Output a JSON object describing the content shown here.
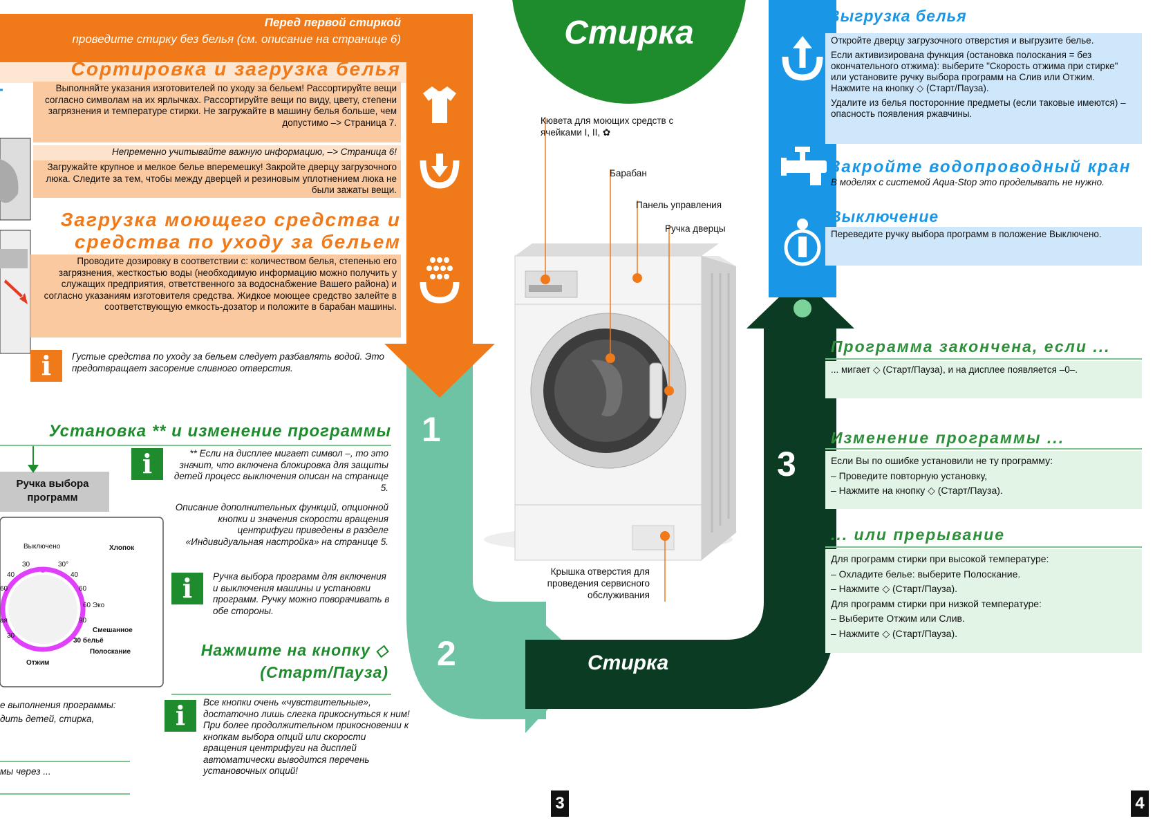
{
  "header": {
    "title": "Стирка",
    "first_wash_title": "Перед первой стиркой",
    "first_wash_text": "проведите стирку без белья (см. описание на странице 6)"
  },
  "sort": {
    "title": "Сортировка и загрузка белья",
    "text1": "Выполняйте указания изготовителей по уходу за бельем! Рассортируйте вещи согласно символам на их ярлычках. Рассортируйте вещи по виду, цвету, степени загрязнения и температуре стирки. Не загружайте в машину белья больше, чем допустимо –> Страница 7.",
    "note": "Непременно учитывайте важную информацию, –> Страница 6!",
    "text2": "Загружайте крупное и мелкое белье вперемешку! Закройте дверцу загрузочного люка. Следите за тем, чтобы между дверцей и резиновым уплотнением люка не были зажаты вещи."
  },
  "detergent": {
    "title": "Загрузка моющего средства и средства по уходу за бельем",
    "text": "Проводите дозировку в соответствии с: количеством белья, степенью его загрязнения, жесткостью воды (необходимую информацию можно получить у служащих предприятия, ответственного за водоснабжение Вашего района) и согласно указаниям изготовителя средства. Жидкое моющее средство залейте в соответствующую емкость-дозатор и положите в барабан машины.",
    "info": "Густые средства по уходу за бельем следует разбавлять водой. Это предотвращает засорение сливного отверстия."
  },
  "program": {
    "title": "Установка ** и изменение программы",
    "knob_label": "Ручка выбора программ",
    "info1": "** Если на дисплее мигает символ –, то это значит, что включена блокировка для защиты детей процесс выключения описан на странице 5.",
    "info1b": "Описание дополнительных функций, опционной кнопки и значения скорости вращения центрифуги приведены в разделе «Индивидуальная настройка» на странице 5.",
    "info2": "Ручка выбора программ для включения и выключения машины и установки программ. Ручку можно поворачивать в обе стороны.",
    "press_title": "Нажмите на кнопку ◇ (Старт/Пауза)",
    "info3": "Все кнопки очень «чувствительные», достаточно лишь слегка прикоснуться к ним! При более продолжительном прикосновении к кнопкам выбора опций или скорости вращения центрифуги на дисплей автоматически выводится перечень установочных опций!",
    "cut1": "е выполнения программы:",
    "cut2": "дить детей, стирка,",
    "cut3": "мы через ..."
  },
  "dial": {
    "off": "Выключено",
    "cotton": "Хлопок",
    "eco": "60 Эко",
    "mixed": "Смешанное",
    "fine": "30 бельё",
    "rinse": "Полоскание",
    "spin": "Отжим",
    "temps": [
      "30",
      "30°",
      "40",
      "40",
      "60",
      "60",
      "90",
      "30"
    ],
    "cut_left": "ая"
  },
  "machine": {
    "dispenser": "Кювета для моющих средств с ячейками I, II, ✿",
    "drum": "Барабан",
    "panel": "Панель управления",
    "door_handle": "Ручка дверцы",
    "service": "Крышка отверстия для проведения сервисного обслуживания"
  },
  "steps": {
    "one": "1",
    "two": "2",
    "three": "3",
    "wash_label": "Стирка"
  },
  "right": {
    "unload_title": "Выгрузка белья",
    "unload_p1": "Откройте дверцу загрузочного отверстия и выгрузите белье.",
    "unload_p2": "Если активизирована функция (остановка полоскания = без окончательного отжима): выберите \"Скорость отжима при стирке\" или установите ручку выбора программ на Слив или Отжим. Нажмите на кнопку ◇ (Старт/Пауза).",
    "unload_p3": "Удалите из белья посторонние предметы (если таковые имеются) – опасность появления ржавчины.",
    "tap_title": "Закройте водопроводный кран",
    "tap_text": "В моделях с системой Aqua-Stop это проделывать не нужно.",
    "off_title": "Выключение",
    "off_text": "Переведите ручку выбора программ в положение Выключено.",
    "done_title": "Программа закончена, если ...",
    "done_text": "... мигает ◇ (Старт/Пауза), и на дисплее появляется –0–.",
    "change_title": "Изменение программы ...",
    "change_l1": "Если Вы по ошибке установили не ту программу:",
    "change_l2": "– Проведите повторную установку,",
    "change_l3": "– Нажмите на кнопку ◇ (Старт/Пауза).",
    "abort_title": "... или прерывание",
    "abort_l1": "Для программ стирки при высокой температуре:",
    "abort_l2": "– Охладите белье: выберите Полоскание.",
    "abort_l3": "– Нажмите ◇ (Старт/Пауза).",
    "abort_l4": "Для программ стирки при низкой температуре:",
    "abort_l5": "– Выберите Отжим или Слив.",
    "abort_l6": "– Нажмите ◇ (Старт/Пауза)."
  },
  "pages": {
    "left": "3",
    "right": "4"
  },
  "colors": {
    "orange": "#f07a1a",
    "teal": "#6ec3a5",
    "dark_green": "#0b3b22",
    "blue": "#1a96e6",
    "green": "#1e8b2c"
  }
}
